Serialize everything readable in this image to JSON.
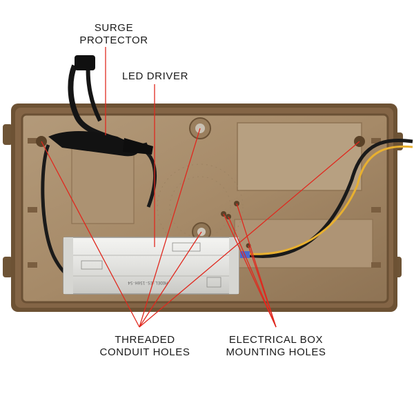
{
  "labels": {
    "surge_protector": [
      "SURGE",
      "PROTECTOR"
    ],
    "led_driver": "LED DRIVER",
    "threaded_conduit_holes": [
      "THREADED",
      "CONDUIT HOLES"
    ],
    "electrical_box_mounting_holes": [
      "ELECTRICAL BOX",
      "MOUNTING HOLES"
    ]
  },
  "driver_markings": {
    "model": "MODEL:ES-150H-54"
  },
  "colors": {
    "housing": "#7a5e3e",
    "housing_inner": "#a88c6a",
    "leader_lines": "#e0281e",
    "driver_body": "#e8e8e6",
    "wire_black": "#1a1a1a",
    "wire_yellow": "#e8b030"
  }
}
